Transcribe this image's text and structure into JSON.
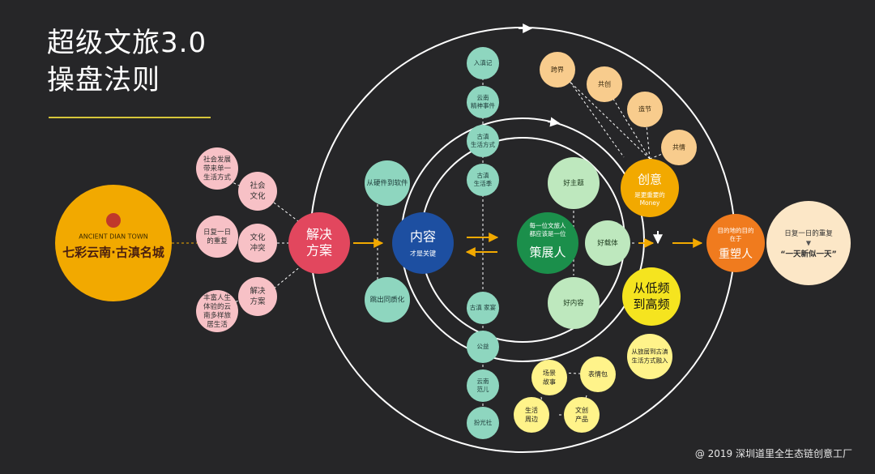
{
  "title": {
    "line1": "超级文旅3.0",
    "line2": "操盘法则"
  },
  "copyright": "@ 2019 深圳道里全生态链创意工厂",
  "colors": {
    "background": "#262628",
    "gold": "#F2A900",
    "pink": "#F7C1C6",
    "red": "#E2475E",
    "navy": "#1D4FA1",
    "teal": "#8ED6BF",
    "green_light": "#BEE8BE",
    "green_dark": "#1B8F4B",
    "yellow": "#F5E41F",
    "yellow_light": "#FFF38A",
    "orange_light": "#F8CC8D",
    "orange": "#F07B1E",
    "cream": "#FCE7C7",
    "ring": "#FFFFFF",
    "arrow": "#F2A900"
  },
  "logo": {
    "en": "ANCIENT DIAN TOWN",
    "cn": "七彩云南·古滇名城"
  },
  "pink_circles": [
    {
      "lines": [
        "社会发展",
        "带来单一",
        "生活方式"
      ]
    },
    {
      "lines": [
        "社会",
        "文化"
      ]
    },
    {
      "lines": [
        "日复一日",
        "的重复"
      ]
    },
    {
      "lines": [
        "文化",
        "冲突"
      ]
    },
    {
      "lines": [
        "解决",
        "方案"
      ]
    },
    {
      "lines": [
        "丰富人生",
        "体验的云",
        "南多样旅",
        "居生活"
      ]
    }
  ],
  "solution": {
    "lines": [
      "解决",
      "方案"
    ]
  },
  "content": {
    "title": "内容",
    "sub": "才是关键"
  },
  "content_satellites": [
    {
      "text": "从硬件到软件"
    },
    {
      "text": "跳出同质化"
    }
  ],
  "teal_column": [
    {
      "lines": [
        "入滇记"
      ]
    },
    {
      "lines": [
        "云南",
        "精神事件"
      ]
    },
    {
      "lines": [
        "古滇",
        "生活方式"
      ]
    },
    {
      "lines": [
        "古滇",
        "生活季"
      ]
    },
    {
      "lines": [
        "古滇 家宴"
      ]
    },
    {
      "lines": [
        "公益"
      ]
    },
    {
      "lines": [
        "云南",
        "范儿"
      ]
    },
    {
      "lines": [
        "扮光社"
      ]
    }
  ],
  "curator": {
    "sub": [
      "每一位文旅人",
      "都应该是一位"
    ],
    "title": "策展人"
  },
  "curator_satellites": [
    {
      "text": "好主题"
    },
    {
      "text": "好载体"
    },
    {
      "text": "好内容"
    }
  ],
  "creative": {
    "title": "创意",
    "sub": [
      "是更重要的",
      "Money"
    ]
  },
  "orange_circles": [
    {
      "text": "跨界"
    },
    {
      "text": "共创"
    },
    {
      "text": "造节"
    },
    {
      "text": "共情"
    }
  ],
  "low_high": {
    "lines": [
      "从低频",
      "到高频"
    ]
  },
  "transition": {
    "lines": [
      "从旅居到古滇",
      "生活方式融入"
    ]
  },
  "yellow_small": [
    {
      "lines": [
        "场景",
        "故事"
      ]
    },
    {
      "lines": [
        "表情包"
      ]
    },
    {
      "lines": [
        "生活",
        "周边"
      ]
    },
    {
      "lines": [
        "文创",
        "产品"
      ]
    }
  ],
  "reshape": {
    "sub": [
      "目的地的目的",
      "在于"
    ],
    "title": "重塑人"
  },
  "final": {
    "line1": "日复一日的重复",
    "arrow": "▼",
    "line2": "“一天新似一天”"
  }
}
